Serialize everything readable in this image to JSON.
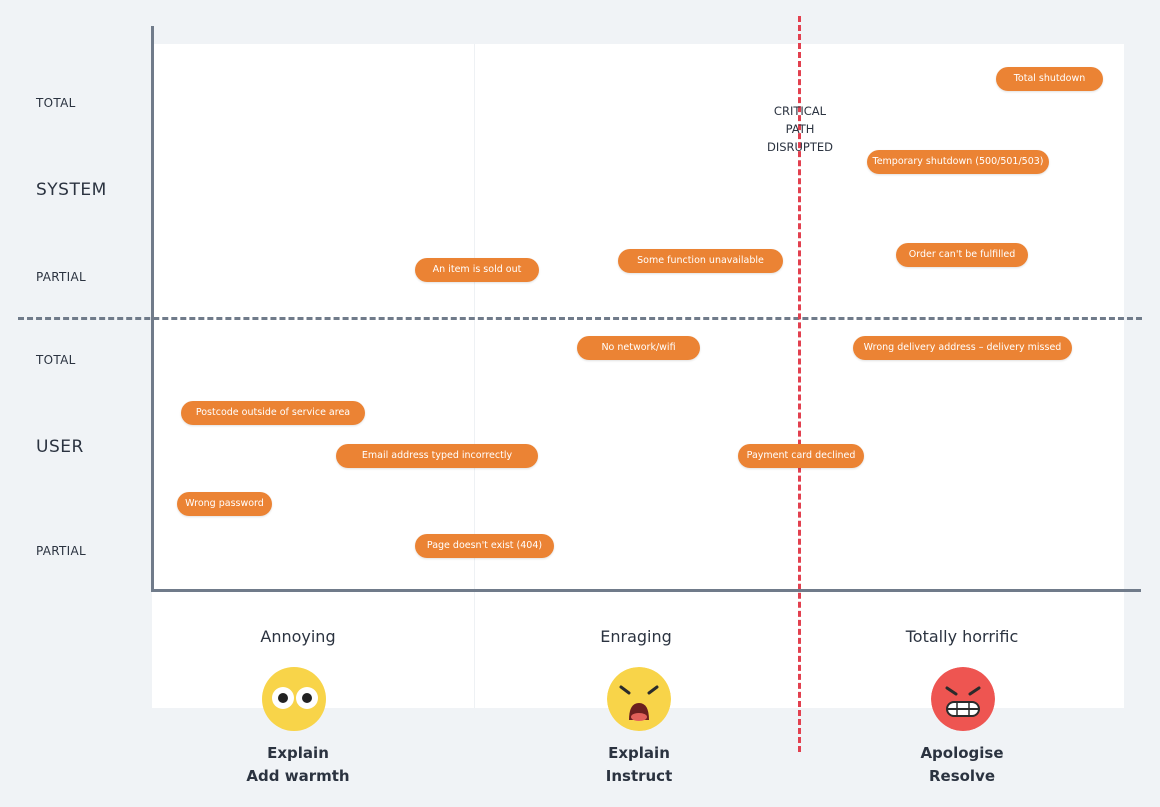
{
  "rows": {
    "system": {
      "label": "SYSTEM",
      "total": "TOTAL",
      "partial": "PARTIAL"
    },
    "user": {
      "label": "USER",
      "total": "TOTAL",
      "partial": "PARTIAL"
    }
  },
  "critical": {
    "line1": "CRITICAL",
    "line2": "PATH",
    "line3": "DISRUPTED"
  },
  "pills": [
    "Total shutdown",
    "Temporary shutdown (500/501/503)",
    "Order can't be fulfilled",
    "Some function unavailable",
    "An item is sold out",
    "No network/wifi",
    "Wrong delivery address – delivery missed",
    "Postcode outside of service area",
    "Email address typed incorrectly",
    "Payment card declined",
    "Wrong password",
    "Page doesn't exist (404)"
  ],
  "columns": [
    {
      "title": "Annoying",
      "emoji": "wide-eyed-face-icon",
      "action1": "Explain",
      "action2": "Add warmth"
    },
    {
      "title": "Enraging",
      "emoji": "frustrated-face-icon",
      "action1": "Explain",
      "action2": "Instruct"
    },
    {
      "title": "Totally horrific",
      "emoji": "angry-face-icon",
      "action1": "Apologise",
      "action2": "Resolve"
    }
  ],
  "colors": {
    "pill": "#eb8334",
    "axis": "#707b8a",
    "critical_line": "#e2404f",
    "emoji_yellow": "#f8d449",
    "emoji_red": "#ee5551"
  }
}
